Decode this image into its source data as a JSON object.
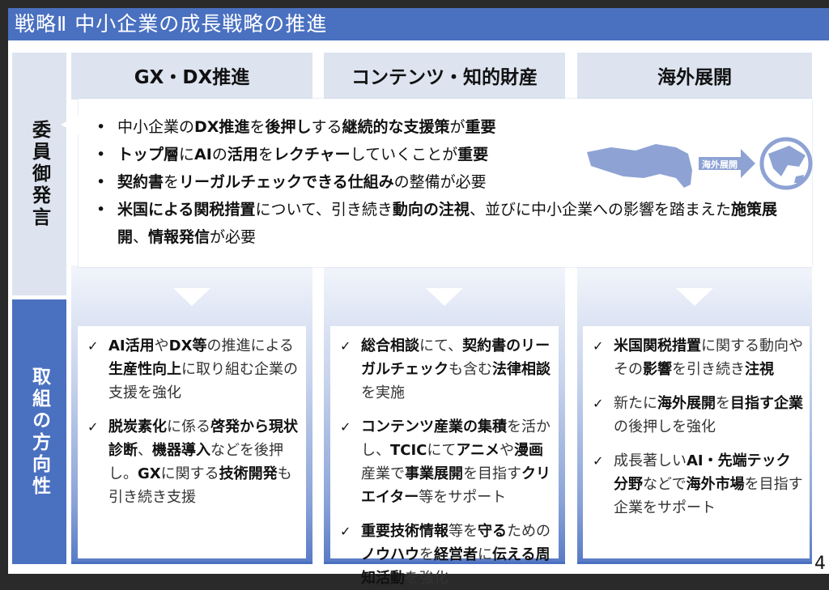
{
  "title": "戦略Ⅱ 中小企業の成長戦略の推進",
  "side": {
    "comments_label": "委員御発言",
    "directions_label": "取組の方向性"
  },
  "columns": [
    {
      "header": "GX・DX推進"
    },
    {
      "header": "コンテンツ・知的財産"
    },
    {
      "header": "海外展開"
    }
  ],
  "illustration": {
    "arrow_label": "海外展開"
  },
  "comments": [
    [
      {
        "t": "中小企業の",
        "b": false
      },
      {
        "t": "DX推進",
        "b": true
      },
      {
        "t": "を",
        "b": false
      },
      {
        "t": "後押し",
        "b": true
      },
      {
        "t": "する",
        "b": false
      },
      {
        "t": "継続的な支援策",
        "b": true
      },
      {
        "t": "が",
        "b": false
      },
      {
        "t": "重要",
        "b": true
      }
    ],
    [
      {
        "t": "トップ層",
        "b": true
      },
      {
        "t": "に",
        "b": false
      },
      {
        "t": "AI",
        "b": true
      },
      {
        "t": "の",
        "b": false
      },
      {
        "t": "活用",
        "b": true
      },
      {
        "t": "を",
        "b": false
      },
      {
        "t": "レクチャー",
        "b": true
      },
      {
        "t": "していくことが",
        "b": false
      },
      {
        "t": "重要",
        "b": true
      }
    ],
    [
      {
        "t": "契約書",
        "b": true
      },
      {
        "t": "を",
        "b": false
      },
      {
        "t": "リーガルチェックできる仕組み",
        "b": true
      },
      {
        "t": "の整備が必要",
        "b": false
      }
    ],
    [
      {
        "t": "米国による関税措置",
        "b": true
      },
      {
        "t": "について、引き続き",
        "b": false
      },
      {
        "t": "動向の注視",
        "b": true
      },
      {
        "t": "、並びに中小企業への影響を踏まえた",
        "b": false
      },
      {
        "t": "施策展開",
        "b": true
      },
      {
        "t": "、",
        "b": false
      },
      {
        "t": "情報発信",
        "b": true
      },
      {
        "t": "が必要",
        "b": false
      }
    ]
  ],
  "directions": [
    [
      [
        {
          "t": "AI活用",
          "b": true
        },
        {
          "t": "や",
          "b": false
        },
        {
          "t": "DX等",
          "b": true
        },
        {
          "t": "の推進による",
          "b": false
        },
        {
          "t": "生産性向上",
          "b": true
        },
        {
          "t": "に取り組む企業の支援を強化",
          "b": false
        }
      ],
      [
        {
          "t": "脱炭素化",
          "b": true
        },
        {
          "t": "に係る",
          "b": false
        },
        {
          "t": "啓発から現状診断",
          "b": true
        },
        {
          "t": "、",
          "b": false
        },
        {
          "t": "機器導入",
          "b": true
        },
        {
          "t": "などを後押し。",
          "b": false
        },
        {
          "t": "GX",
          "b": true
        },
        {
          "t": "に関する",
          "b": false
        },
        {
          "t": "技術開発",
          "b": true
        },
        {
          "t": "も引き続き支援",
          "b": false
        }
      ]
    ],
    [
      [
        {
          "t": "総合相談",
          "b": true
        },
        {
          "t": "にて、",
          "b": false
        },
        {
          "t": "契約書のリーガルチェック",
          "b": true
        },
        {
          "t": "も含む",
          "b": false
        },
        {
          "t": "法律相談",
          "b": true
        },
        {
          "t": "を実施",
          "b": false
        }
      ],
      [
        {
          "t": "コンテンツ産業の集積",
          "b": true
        },
        {
          "t": "を活かし、",
          "b": false
        },
        {
          "t": "TCIC",
          "b": true
        },
        {
          "t": "にて",
          "b": false
        },
        {
          "t": "アニメ",
          "b": true
        },
        {
          "t": "や",
          "b": false
        },
        {
          "t": "漫画",
          "b": true
        },
        {
          "t": "産業で",
          "b": false
        },
        {
          "t": "事業展開",
          "b": true
        },
        {
          "t": "を目指す",
          "b": false
        },
        {
          "t": "クリエイター",
          "b": true
        },
        {
          "t": "等をサポート",
          "b": false
        }
      ],
      [
        {
          "t": "重要技術情報",
          "b": true
        },
        {
          "t": "等を",
          "b": false
        },
        {
          "t": "守る",
          "b": true
        },
        {
          "t": "ための",
          "b": false
        },
        {
          "t": "ノウハウ",
          "b": true
        },
        {
          "t": "を",
          "b": false
        },
        {
          "t": "経営者",
          "b": true
        },
        {
          "t": "に",
          "b": false
        },
        {
          "t": "伝える周知活動",
          "b": true
        },
        {
          "t": "を強化",
          "b": false
        }
      ]
    ],
    [
      [
        {
          "t": "米国関税措置",
          "b": true
        },
        {
          "t": "に関する動向やその",
          "b": false
        },
        {
          "t": "影響",
          "b": true
        },
        {
          "t": "を引き続き",
          "b": false
        },
        {
          "t": "注視",
          "b": true
        }
      ],
      [
        {
          "t": "新たに",
          "b": false
        },
        {
          "t": "海外展開",
          "b": true
        },
        {
          "t": "を",
          "b": false
        },
        {
          "t": "目指す企業",
          "b": true
        },
        {
          "t": "の後押しを強化",
          "b": false
        }
      ],
      [
        {
          "t": "成長著しい",
          "b": false
        },
        {
          "t": "AI・先端テック分野",
          "b": true
        },
        {
          "t": "などで",
          "b": false
        },
        {
          "t": "海外市場",
          "b": true
        },
        {
          "t": "を目指す企業をサポート",
          "b": false
        }
      ]
    ]
  ],
  "check_symbol": "✓",
  "page_number": "4"
}
